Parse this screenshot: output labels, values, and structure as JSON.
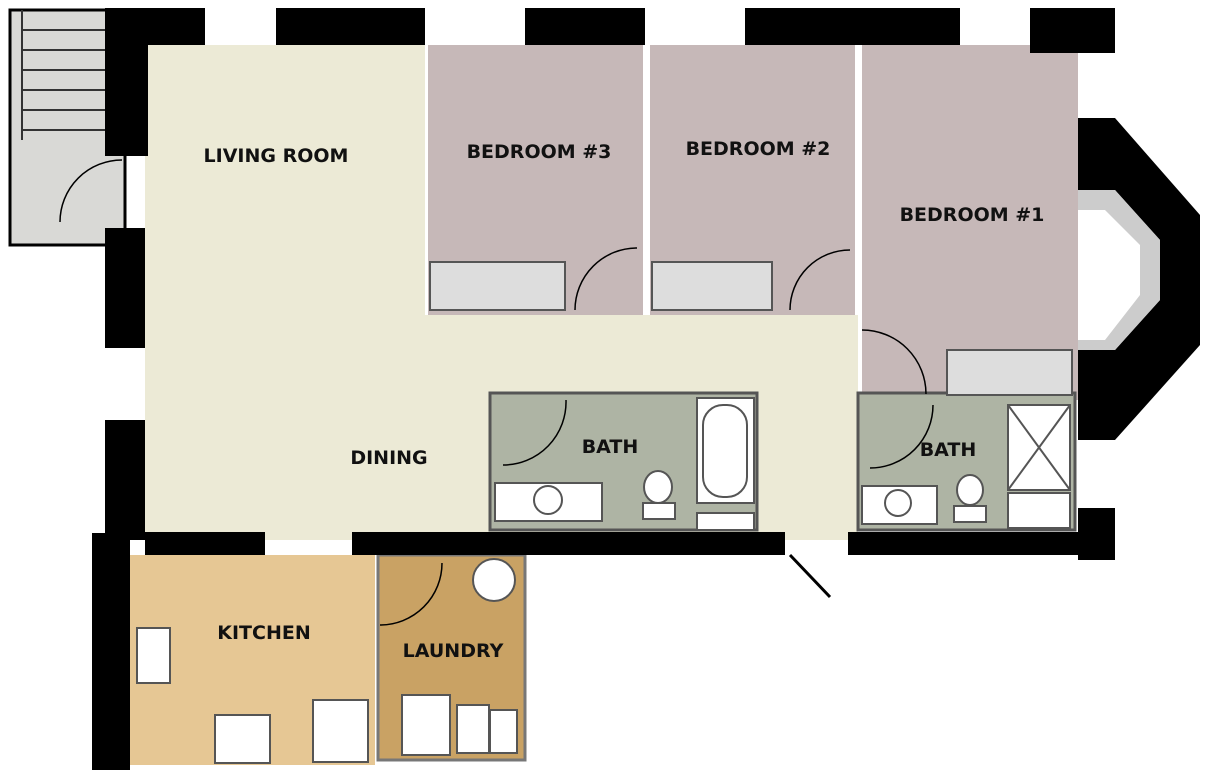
{
  "colors": {
    "living": "#ecead6",
    "bedroom": "#c6b8b8",
    "bath": "#aeb4a4",
    "kitchen": "#e6c794",
    "laundry": "#c9a264",
    "wall": "#000000",
    "stair": "#d9d9d6"
  },
  "rooms": {
    "living_room": "LIVING ROOM",
    "bedroom3": "BEDROOM #3",
    "bedroom2": "BEDROOM #2",
    "bedroom1": "BEDROOM #1",
    "dining": "DINING",
    "bath_main": "BATH",
    "bath_ensuite": "BATH",
    "kitchen": "KITCHEN",
    "laundry": "LAUNDRY"
  }
}
